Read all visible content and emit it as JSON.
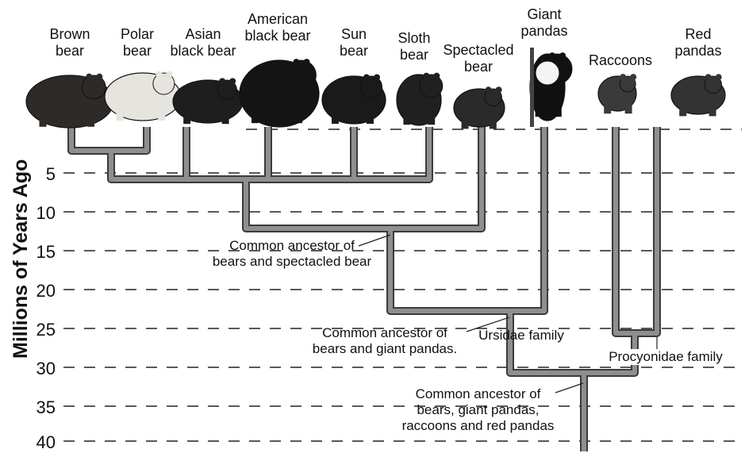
{
  "axis": {
    "label": "Millions of Years Ago",
    "ticks": [
      "5",
      "10",
      "15",
      "20",
      "25",
      "30",
      "35",
      "40"
    ]
  },
  "species": [
    {
      "label": "Brown\nbear",
      "icon": "brown-bear-icon",
      "color": "#2e2a27"
    },
    {
      "label": "Polar\nbear",
      "icon": "polar-bear-icon",
      "color": "#e6e4df"
    },
    {
      "label": "Asian\nblack bear",
      "icon": "asian-black-bear-icon",
      "color": "#1e1e1e"
    },
    {
      "label": "American\nblack bear",
      "icon": "american-black-bear-icon",
      "color": "#141414"
    },
    {
      "label": "Sun\nbear",
      "icon": "sun-bear-icon",
      "color": "#1a1a1a"
    },
    {
      "label": "Sloth\nbear",
      "icon": "sloth-bear-icon",
      "color": "#202020"
    },
    {
      "label": "Spectacled\nbear",
      "icon": "spectacled-bear-icon",
      "color": "#2a2a2a"
    },
    {
      "label": "Giant\npandas",
      "icon": "giant-panda-icon",
      "color": "#111111"
    },
    {
      "label": "Raccoons",
      "icon": "raccoon-icon",
      "color": "#3a3a3a"
    },
    {
      "label": "Red\npandas",
      "icon": "red-panda-icon",
      "color": "#333333"
    }
  ],
  "annotations": {
    "ancestor_bears_spectacled": "Common ancestor of\nbears and spectacled bear",
    "ancestor_bears_pandas": "Common ancestor of\nbears and giant pandas.",
    "ursidae": "Ursidae family",
    "procyonidae": "Procyonidae family",
    "ancestor_all": "Common ancestor of\nbears, giant pandas,\nraccoons and red pandas"
  },
  "colors": {
    "branch": "#8f8f8f",
    "branch_outline": "#3b3b3b",
    "dash": "#222222"
  }
}
